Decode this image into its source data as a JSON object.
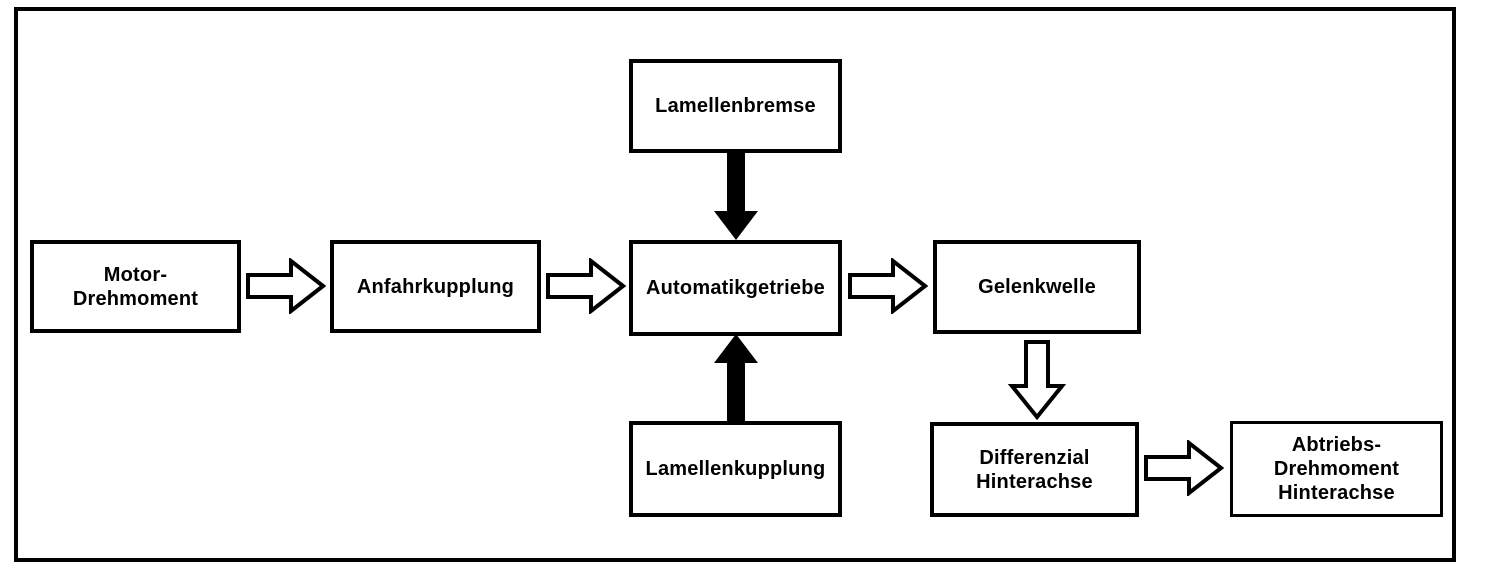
{
  "diagram": {
    "type": "block-flow-diagram",
    "colors": {
      "line": "#000000",
      "background": "#ffffff",
      "text": "#000000"
    },
    "nodes": {
      "motor": {
        "label": "Motor-\nDrehmoment"
      },
      "anfahrkupplung": {
        "label": "Anfahrkupplung"
      },
      "lamellenbremse": {
        "label": "Lamellenbremse"
      },
      "automatikgetriebe": {
        "label": "Automatikgetriebe"
      },
      "lamellenkupplung": {
        "label": "Lamellenkupplung"
      },
      "gelenkwelle": {
        "label": "Gelenkwelle"
      },
      "differenzial": {
        "label": "Differenzial\nHinterachse"
      },
      "abtrieb": {
        "label": "Abtriebs-\nDrehmoment\nHinterachse"
      }
    },
    "edges": [
      {
        "from": "Motor-Drehmoment",
        "to": "Anfahrkupplung",
        "arrow": "hollow",
        "direction": "right"
      },
      {
        "from": "Anfahrkupplung",
        "to": "Automatikgetriebe",
        "arrow": "hollow",
        "direction": "right"
      },
      {
        "from": "Lamellenbremse",
        "to": "Automatikgetriebe",
        "arrow": "solid",
        "direction": "down"
      },
      {
        "from": "Lamellenkupplung",
        "to": "Automatikgetriebe",
        "arrow": "solid",
        "direction": "up"
      },
      {
        "from": "Automatikgetriebe",
        "to": "Gelenkwelle",
        "arrow": "hollow",
        "direction": "right"
      },
      {
        "from": "Gelenkwelle",
        "to": "Differenzial Hinterachse",
        "arrow": "hollow",
        "direction": "down"
      },
      {
        "from": "Differenzial Hinterachse",
        "to": "Abtriebs-Drehmoment Hinterachse",
        "arrow": "hollow",
        "direction": "right"
      }
    ]
  }
}
